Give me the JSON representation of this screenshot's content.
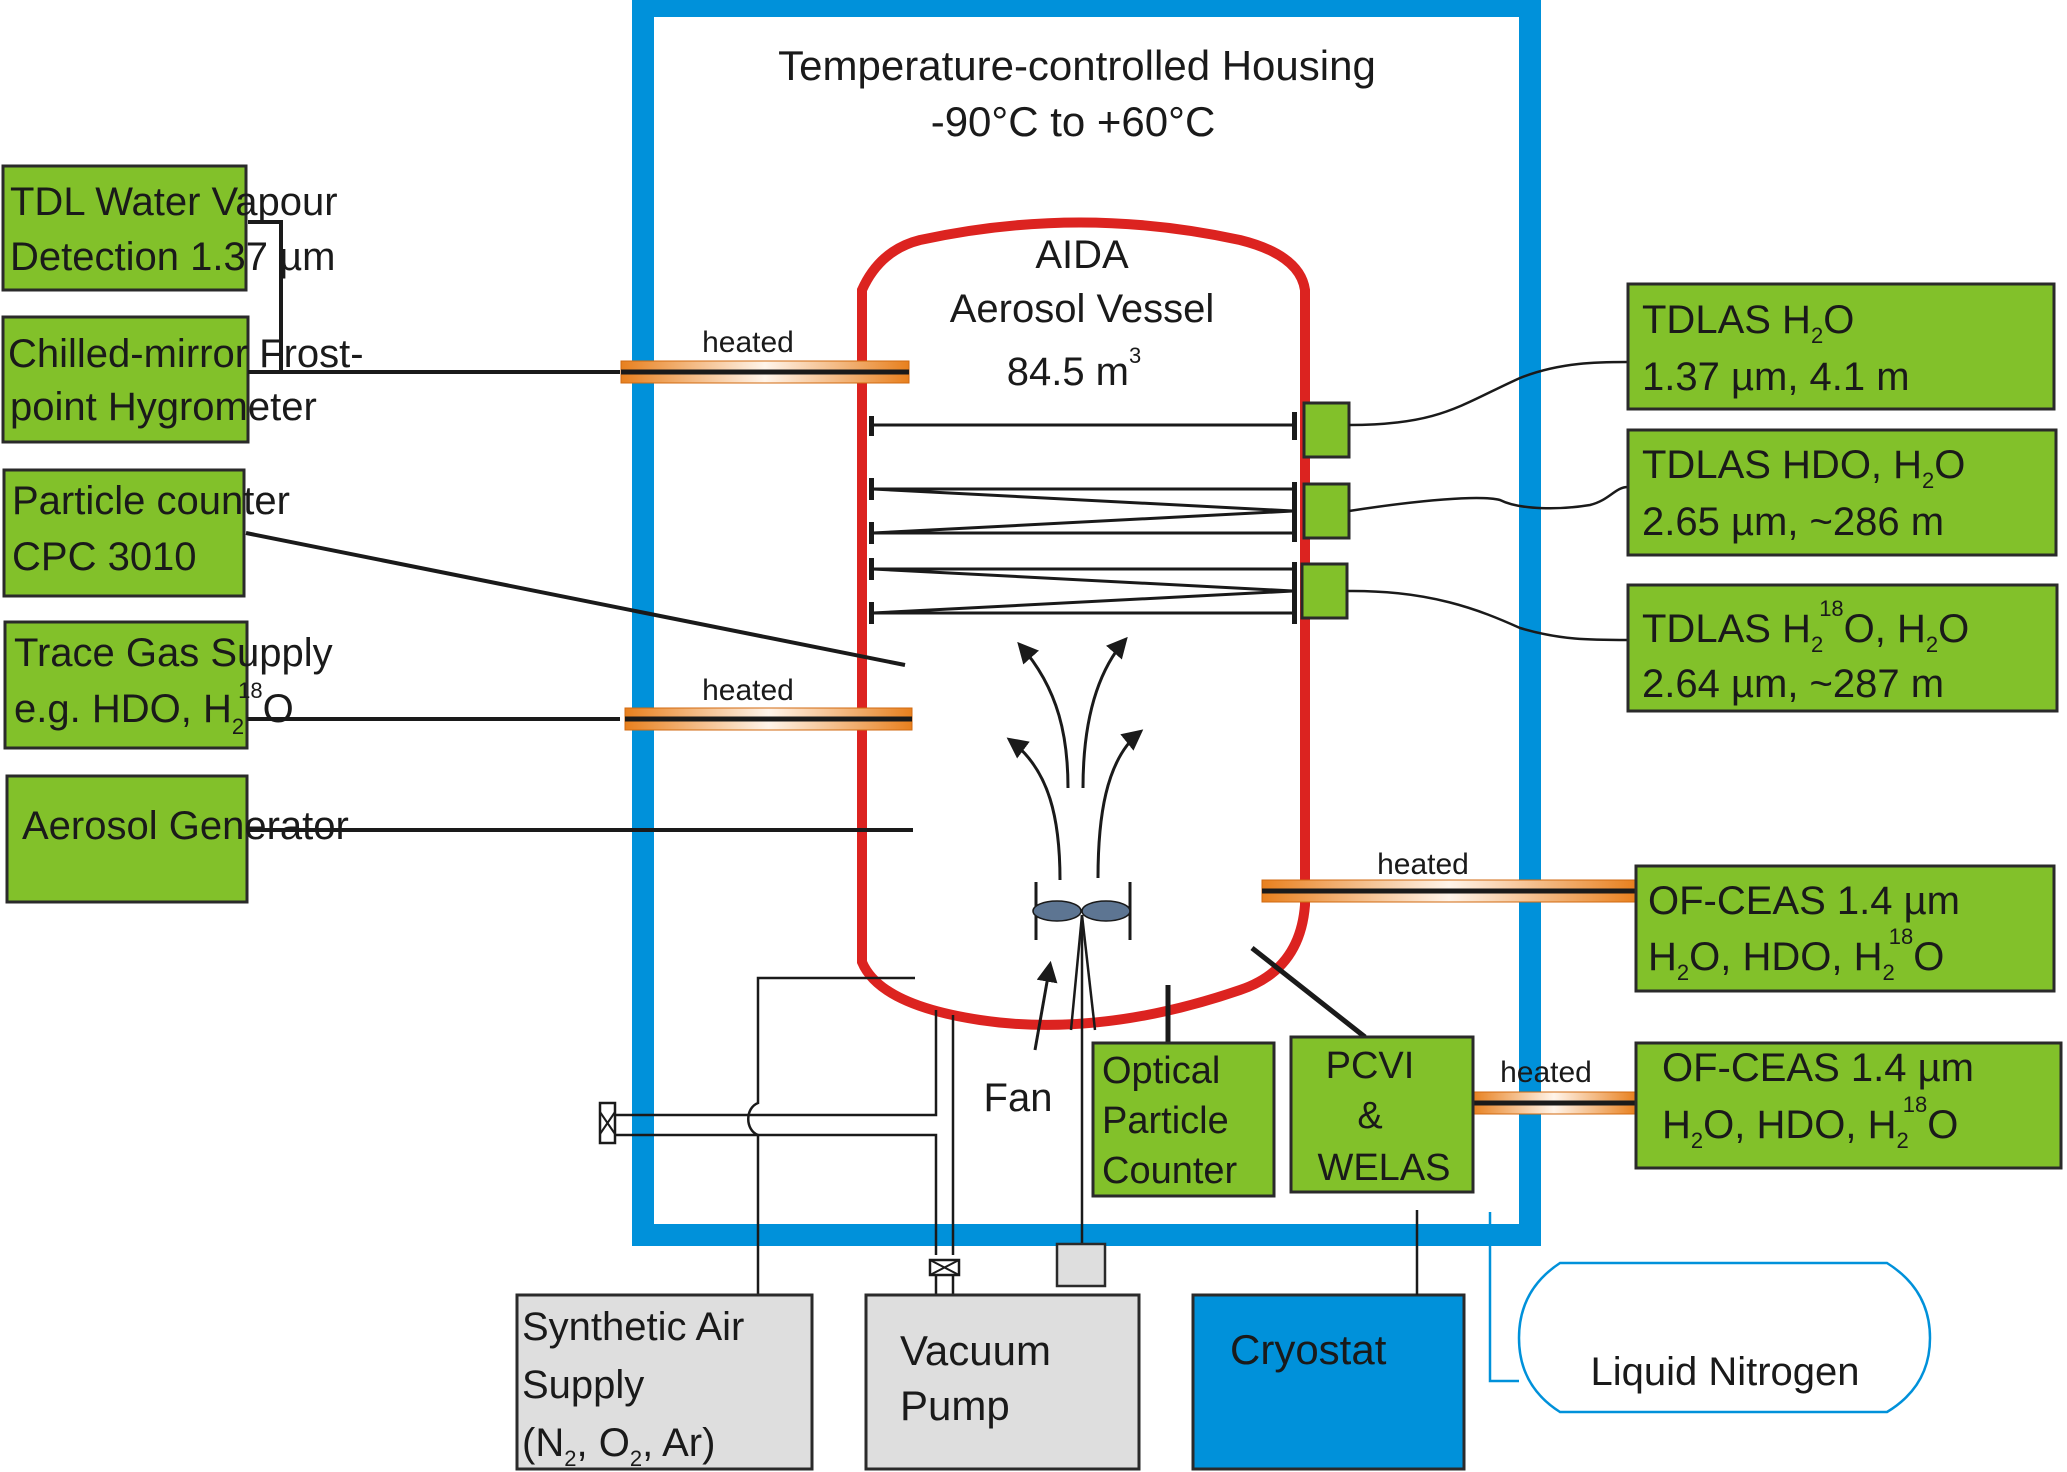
{
  "housing": {
    "title": "Temperature-controlled Housing",
    "range": "-90°C to +60°C",
    "color": "#0091da"
  },
  "vessel": {
    "line1": "AIDA",
    "line2": "Aerosol Vessel",
    "volume": "84.5 m",
    "volume_sup": "3",
    "color": "#dc2320"
  },
  "heated_label": "heated",
  "fan_label": "Fan",
  "colors": {
    "instrument_green": "#82c12a",
    "supply_grey": "#dedede",
    "cryostat_blue": "#0091da",
    "heated_orange": "#e8801e"
  },
  "left_instruments": [
    {
      "line1": "TDL Water Vapour",
      "line2": "Detection 1.37 µm"
    },
    {
      "line1": "Chilled-mirror Frost-",
      "line2": "point Hygrometer"
    },
    {
      "line1": "Particle counter",
      "line2": "CPC 3010"
    },
    {
      "line1": "Trace Gas Supply",
      "line2_a": "e.g. HDO, H",
      "line2_sub": "2",
      "line2_sup": "18",
      "line2_b": "O"
    },
    {
      "line1": "Aerosol Generator"
    }
  ],
  "right_instruments": [
    {
      "line1_a": "TDLAS H",
      "line1_sub": "2",
      "line1_b": "O",
      "line2": "1.37 µm, 4.1 m"
    },
    {
      "line1_a": "TDLAS HDO, H",
      "line1_sub": "2",
      "line1_b": "O",
      "line2": "2.65 µm, ~286 m"
    },
    {
      "line1_a": "TDLAS H",
      "line1_sub": "2",
      "line1_sup": "18",
      "line1_b": "O, H",
      "line1_sub2": "2",
      "line1_c": "O",
      "line2": "2.64 µm, ~287 m"
    },
    {
      "line1": "OF-CEAS 1.4 µm",
      "line2_a": "H",
      "line2_sub": "2",
      "line2_b": "O, HDO, H",
      "line2_sub2": "2",
      "line2_sup": "18",
      "line2_c": "O"
    },
    {
      "line1": "OF-CEAS 1.4 µm",
      "line2_a": "H",
      "line2_sub": "2",
      "line2_b": "O, HDO, H",
      "line2_sub2": "2",
      "line2_sup": "18",
      "line2_c": "O"
    }
  ],
  "bottom_instruments": {
    "opc": {
      "line1": "Optical",
      "line2": "Particle",
      "line3": "Counter"
    },
    "pcvi": {
      "line1": "PCVI",
      "line2": "&",
      "line3": "WELAS"
    }
  },
  "supplies": {
    "synthetic_air": {
      "line1": "Synthetic Air",
      "line2": "Supply",
      "line3_a": "(N",
      "line3_sub1": "2",
      "line3_b": ", O",
      "line3_sub2": "2",
      "line3_c": ", Ar)"
    },
    "vacuum_pump": {
      "line1": "Vacuum",
      "line2": "Pump"
    },
    "cryostat": {
      "line1": "Cryostat"
    },
    "liquid_nitrogen": {
      "line1": "Liquid Nitrogen"
    }
  }
}
